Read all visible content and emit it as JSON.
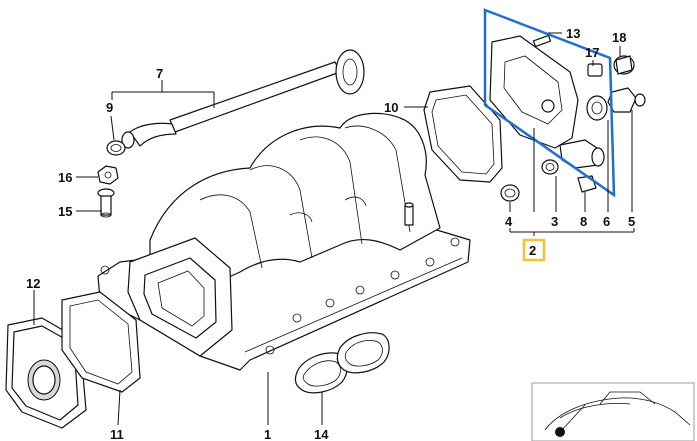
{
  "callouts": {
    "c1": "1",
    "c2": "2",
    "c3": "3",
    "c4": "4",
    "c5": "5",
    "c6": "6",
    "c7": "7",
    "c8": "8",
    "c9": "9",
    "c10": "10",
    "c11": "11",
    "c12": "12",
    "c13": "13",
    "c14": "14",
    "c15": "15",
    "c16": "16",
    "c17": "17",
    "c18": "18"
  },
  "colors": {
    "highlight_box": "#1f6fd1",
    "selected_badge_border": "#f2c230",
    "line": "#111111"
  }
}
